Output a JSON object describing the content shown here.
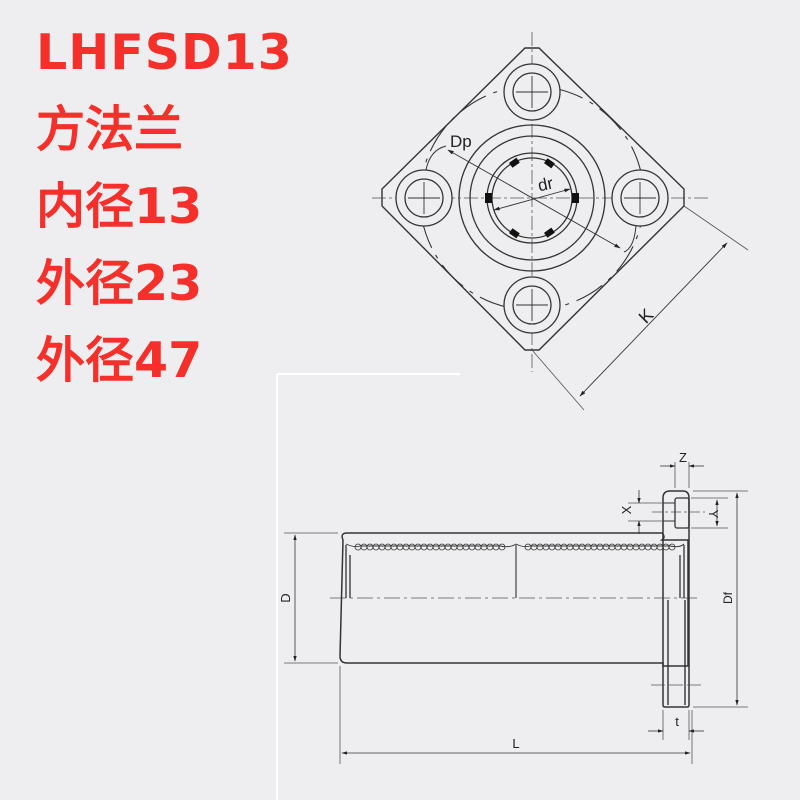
{
  "product": {
    "model": "LHFSD13",
    "flange_type": "方法兰",
    "inner_diameter": "内径13",
    "outer_diameter": "外径23",
    "flange_outer_diameter": "外径47"
  },
  "colors": {
    "background": "#eeeef0",
    "spec_text": "#f5302b",
    "drawing_lines": "#333333"
  },
  "drawing": {
    "front_view": {
      "labels": {
        "pitch_diameter": "Dp",
        "inner_diameter": "dr",
        "square_flange_size": "K"
      }
    },
    "side_view": {
      "labels": {
        "outer_diameter": "D",
        "length": "L",
        "flange_diameter": "Df",
        "flange_thickness": "t",
        "counterbore_depth": "Z",
        "counterbore_diameter": "X",
        "bolt_hole_diameter": "Y"
      }
    }
  }
}
